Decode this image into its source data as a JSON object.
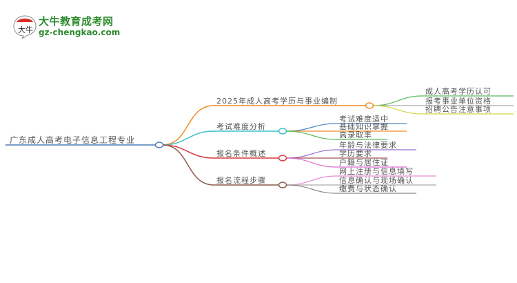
{
  "logo": {
    "title": "大牛教育成考网",
    "url": "gz-chengkao.com",
    "badge_text": "大牛",
    "brand_color": "#2e8b2e",
    "accent_color": "#d9302a"
  },
  "mindmap": {
    "root": {
      "label": "广东成人高考电子信息工程专业",
      "color": "#4a7fb5"
    },
    "branches": [
      {
        "label": "2025年成人高考学历与事业编制",
        "color": "#f08a24",
        "children": [
          {
            "label": "成人高考学历认可",
            "color": "#5cb85c"
          },
          {
            "label": "报考事业单位资格",
            "color": "#aaaaaa"
          },
          {
            "label": "招聘公告注意事项",
            "color": "#d4d43a"
          }
        ]
      },
      {
        "label": "考试难度分析",
        "color": "#3bbfcf",
        "children": [
          {
            "label": "考试难度适中",
            "color": "#4a86c8"
          },
          {
            "label": "基础知识掌握",
            "color": "#f08a24"
          },
          {
            "label": "高录取率",
            "color": "#5cb85c"
          }
        ]
      },
      {
        "label": "报名条件概述",
        "color": "#d9383a",
        "children": [
          {
            "label": "年龄与法律要求",
            "color": "#9b6fd4"
          },
          {
            "label": "学历要求",
            "color": "#a05050"
          },
          {
            "label": "户籍与居住证",
            "color": "#e06ad0"
          }
        ]
      },
      {
        "label": "报名流程步骤",
        "color": "#8b5a4a",
        "children": [
          {
            "label": "网上注册与信息填写",
            "color": "#e88ad8"
          },
          {
            "label": "信息确认与现场确认",
            "color": "#aaaaaa"
          },
          {
            "label": "缴费与状态确认",
            "color": "#888888"
          }
        ]
      }
    ]
  }
}
